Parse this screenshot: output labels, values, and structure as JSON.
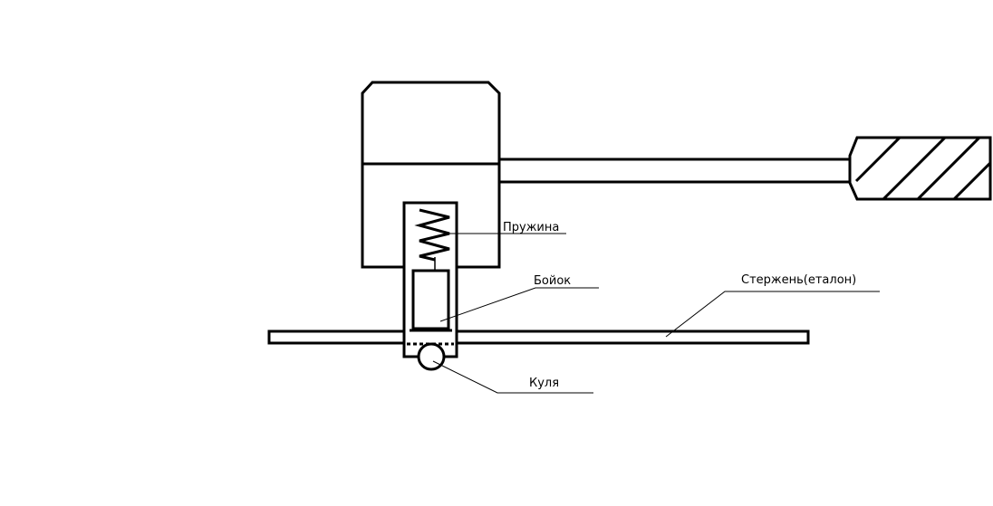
{
  "labels": {
    "spring": "Пружина",
    "striker": "Бойок",
    "rod": "Стержень(еталон)",
    "ball": "Куля"
  }
}
